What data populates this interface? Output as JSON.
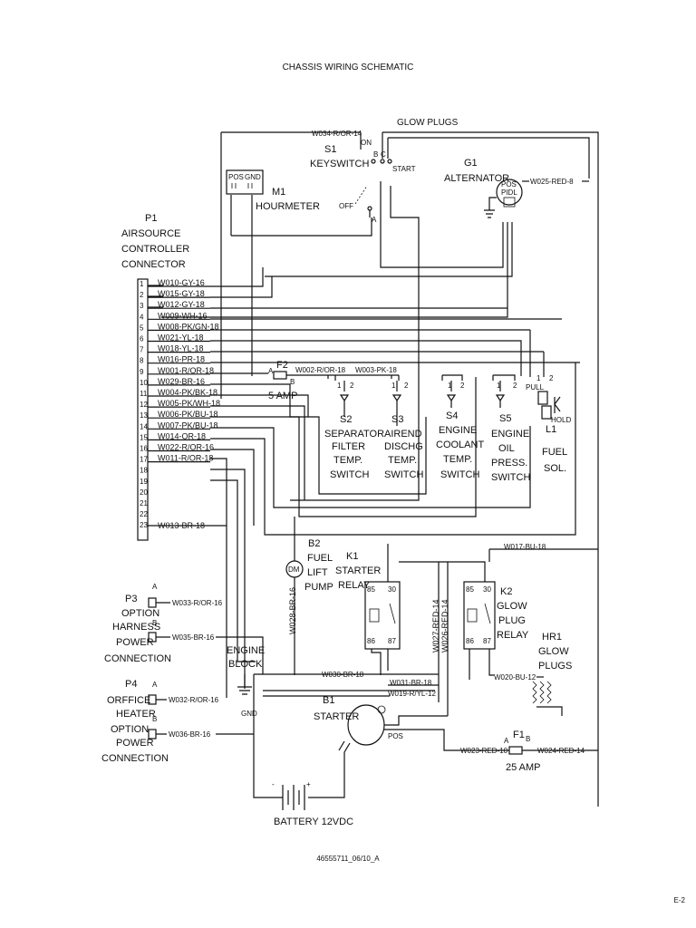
{
  "title": "CHASSIS WIRING SCHEMATIC",
  "footer_code": "46555711_06/10_A",
  "page_number": "E-2",
  "p1": {
    "id": "P1",
    "lines": [
      "AIRSOURCE",
      "CONTROLLER",
      "CONNECTOR"
    ],
    "pins": [
      "1",
      "2",
      "3",
      "4",
      "5",
      "6",
      "7",
      "8",
      "9",
      "10",
      "11",
      "12",
      "13",
      "14",
      "15",
      "16",
      "17",
      "18",
      "19",
      "20",
      "21",
      "22",
      "23"
    ],
    "wires": [
      "W010-GY-16",
      "W015-GY-18",
      "W012-GY-18",
      "W009-WH-16",
      "W008-PK/GN-18",
      "W021-YL-18",
      "W018-YL-18",
      "W016-PR-18",
      "W001-R/OR-18",
      "W029-BR-16",
      "W004-PK/BK-18",
      "W005-PK/WH-18",
      "W006-PK/BU-18",
      "W007-PK/BU-18",
      "W014-OR-18",
      "W022-R/OR-16",
      "W011-R/OR-18"
    ],
    "wire_w013": "W013-BR-18"
  },
  "glow_plugs_label": "GLOW PLUGS",
  "w034": "W034-R/OR-14",
  "s1": {
    "id": "S1",
    "name": "KEYSWITCH",
    "on": "ON",
    "off": "OFF",
    "start": "START",
    "b": "B",
    "c": "C",
    "a": "A"
  },
  "g1": {
    "id": "G1",
    "name": "ALTERNATOR",
    "pos": "POS",
    "pidl": "PIDL",
    "wire": "W025-RED-8"
  },
  "m1": {
    "id": "M1",
    "name": "HOURMETER",
    "pos": "POS",
    "gnd": "GND"
  },
  "f2": {
    "id": "F2",
    "rating": "5 AMP",
    "a": "A",
    "b": "B"
  },
  "w002": "W002-R/OR-18",
  "w003": "W003-PK-18",
  "switches": [
    {
      "id": "S2",
      "lines": [
        "SEPARATOR",
        "FILTER",
        "TEMP.",
        "SWITCH"
      ]
    },
    {
      "id": "S3",
      "lines": [
        "AIREND",
        "DISCHG",
        "TEMP.",
        "SWITCH"
      ]
    },
    {
      "id": "S4",
      "lines": [
        "ENGINE",
        "COOLANT",
        "TEMP.",
        "SWITCH"
      ]
    },
    {
      "id": "S5",
      "lines": [
        "ENGINE",
        "OIL",
        "PRESS.",
        "SWITCH"
      ]
    }
  ],
  "l1": {
    "id": "L1",
    "lines": [
      "FUEL",
      "SOL."
    ],
    "pull": "PULL",
    "hold": "HOLD"
  },
  "b2": {
    "id": "B2",
    "lines": [
      "FUEL",
      "LIFT",
      "PUMP"
    ],
    "wire": "W028-BR-16"
  },
  "k1": {
    "id": "K1",
    "lines": [
      "STARTER",
      "RELAY"
    ]
  },
  "k2": {
    "id": "K2",
    "lines": [
      "GLOW",
      "PLUG",
      "RELAY"
    ]
  },
  "relay_pins": [
    "85",
    "30",
    "86",
    "87"
  ],
  "w017": "W017-BU-18",
  "w027": "W027-RED-14",
  "w026": "W026-RED-14",
  "hr1": {
    "id": "HR1",
    "lines": [
      "GLOW",
      "PLUGS"
    ],
    "wire": "W020-BU-12"
  },
  "p3": {
    "id": "P3",
    "lines": [
      "OPTION",
      "HARNESS",
      "POWER",
      "CONNECTION"
    ],
    "wire_a": "W033-R/OR-16",
    "wire_b": "W035-BR-16",
    "a": "A",
    "b": "B"
  },
  "p4": {
    "id": "P4",
    "lines": [
      "ORFFICE",
      "HEATER",
      "OPTION",
      "POWER",
      "CONNECTION"
    ],
    "wire_a": "W032-R/OR-16",
    "wire_b": "W036-BR-16",
    "a": "A",
    "b": "B"
  },
  "engine_block": [
    "ENGINE",
    "BLOCK"
  ],
  "gnd": "GND",
  "w030": "W030-BR-18",
  "w031": "W031-BR-18",
  "w019": "W019-R/YL-12",
  "b1": {
    "id": "B1",
    "name": "STARTER",
    "pos": "POS"
  },
  "f1": {
    "id": "F1",
    "rating": "25 AMP",
    "a": "A",
    "b": "B",
    "wire_in": "W023-RED-10",
    "wire_out": "W024-RED-14"
  },
  "battery": "BATTERY 12VDC"
}
